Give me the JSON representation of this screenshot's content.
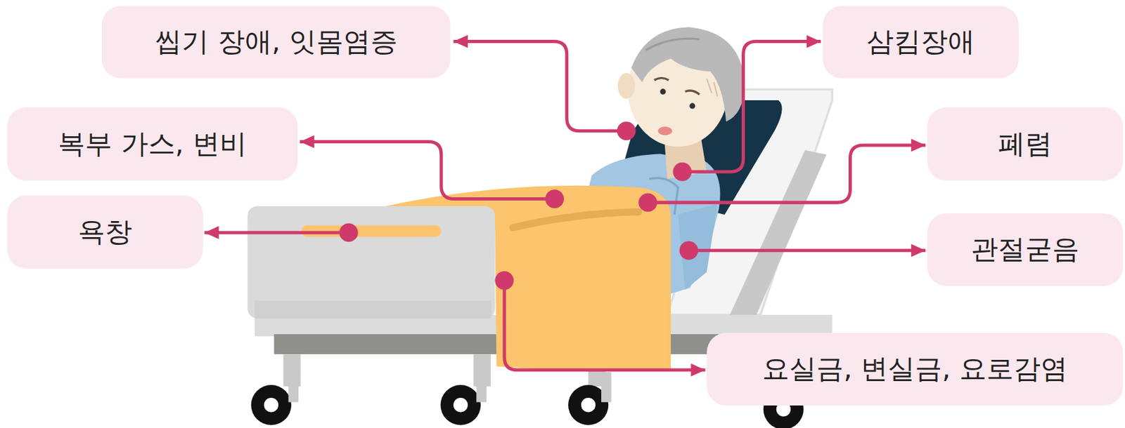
{
  "diagram": {
    "nodes": [
      {
        "text": [
          "씹기 장애, 잇몸염증"
        ]
      },
      {
        "text": [
          "삼킴장애"
        ]
      },
      {
        "text": [
          "복부 가스, 변비"
        ]
      },
      {
        "text": [
          "폐렴"
        ]
      },
      {
        "text": [
          "욕창"
        ]
      },
      {
        "text": [
          "관절굳음"
        ]
      },
      {
        "text": [
          "요실금, 변실금, 요로감염"
        ]
      }
    ]
  }
}
